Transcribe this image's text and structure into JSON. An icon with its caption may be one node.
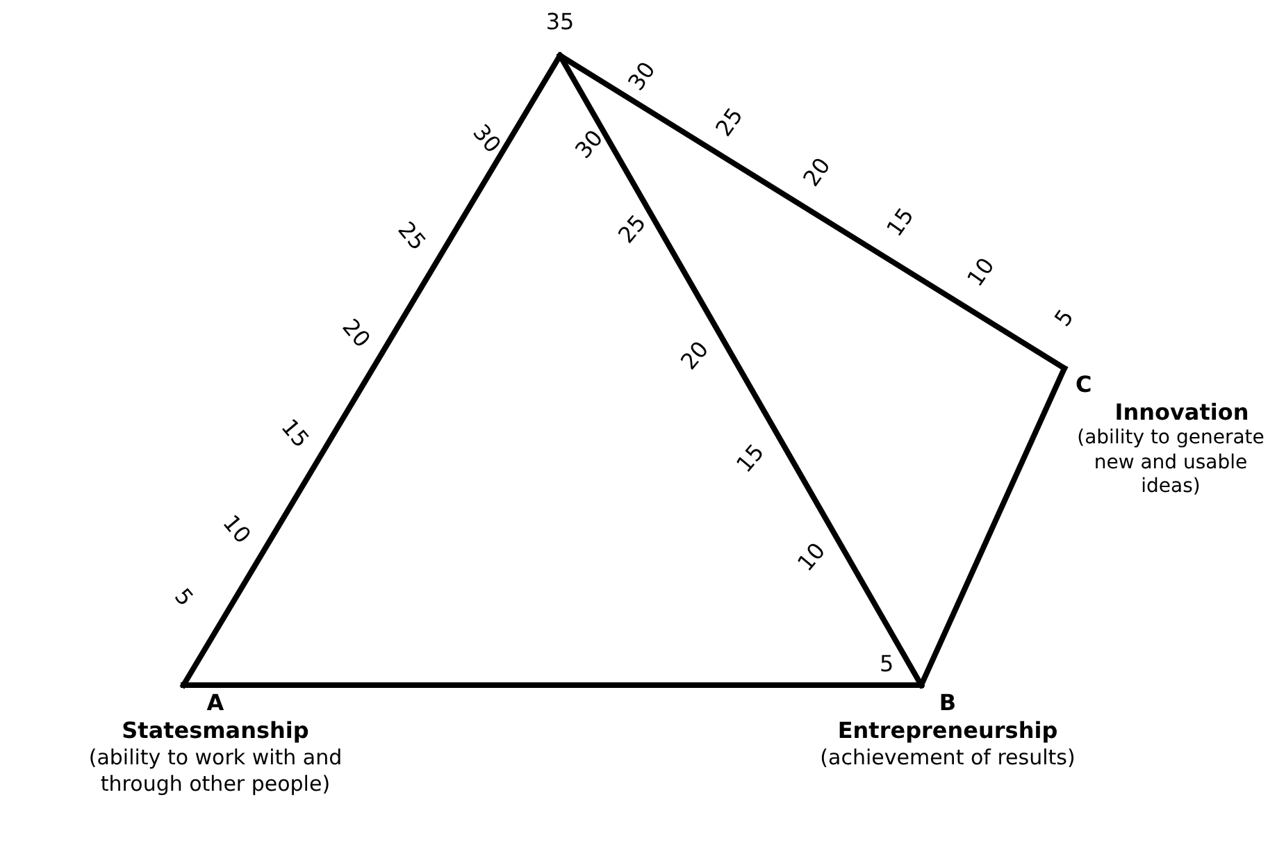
{
  "diagram": {
    "nodes": [
      {
        "text": [
          "35"
        ]
      },
      {
        "text": [
          "A",
          "Statesmanship",
          "(ability to work with and through other people)"
        ]
      },
      {
        "text": [
          "B",
          "Entrepreneurship",
          "(achievement of results)"
        ]
      },
      {
        "text": [
          "C",
          "Innovation",
          "(ability to generate new and usable ideas)"
        ]
      }
    ],
    "edges": [
      {
        "from": 0,
        "to": 1,
        "arrow": "none"
      },
      {
        "from": 0,
        "to": 2,
        "arrow": "none"
      },
      {
        "from": 0,
        "to": 3,
        "arrow": "none"
      },
      {
        "from": 1,
        "to": 2,
        "arrow": "none"
      },
      {
        "from": 2,
        "to": 3,
        "arrow": "none"
      }
    ],
    "labels": [
      "30",
      "25",
      "20",
      "15",
      "10",
      "5",
      "30",
      "25",
      "20",
      "15",
      "10",
      "5",
      "30",
      "25",
      "20",
      "15",
      "10",
      "5"
    ]
  }
}
